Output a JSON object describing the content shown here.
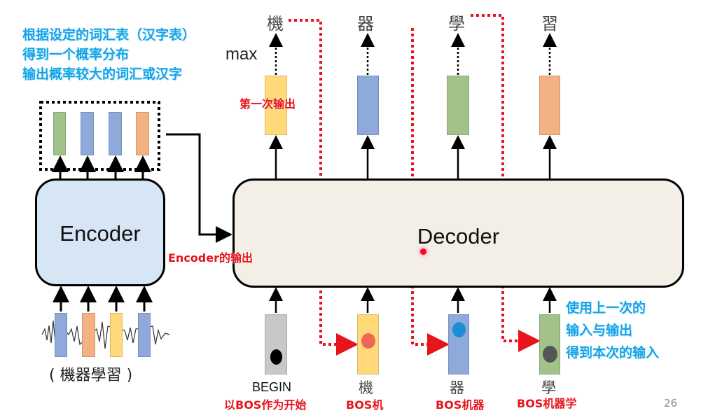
{
  "notes": {
    "vocab_lines": [
      "根据设定的词汇表（汉字表）",
      "得到一个概率分布",
      "输出概率较大的词汇或汉字"
    ],
    "first_output": "第一次输出",
    "encoder_output": "Encoder的输出",
    "reuse_lines": [
      "使用上一次的",
      "输入与输出",
      "得到本次的输入"
    ]
  },
  "encoder": {
    "label": "Encoder",
    "input_caption": "( 機器學習 )"
  },
  "decoder": {
    "label": "Decoder",
    "max_label": "max",
    "outputs": [
      "機",
      "器",
      "學",
      "習"
    ],
    "inputs": [
      "BEGIN",
      "機",
      "器",
      "學"
    ],
    "input_notes": [
      "以BOS作为开始",
      "BOS机",
      "BOS机器",
      "BOS机器学"
    ]
  },
  "page_number": "26",
  "colors": {
    "accent_red": "#e8141c",
    "accent_blue": "#12a4e8",
    "green": "#a3c28a",
    "blue": "#8eaadb",
    "orange": "#f4b183",
    "yellow": "#ffd97a",
    "gray": "#c8c8c8"
  }
}
